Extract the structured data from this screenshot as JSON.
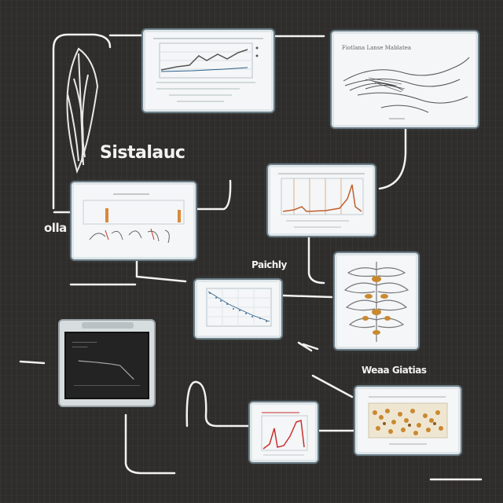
{
  "labels": {
    "title": "Sistalauc",
    "left_label": "olla",
    "mid_label": "Paichly",
    "bottom_right_label": "Weaa Giatias"
  },
  "card_top_right": {
    "heading": "Fiotlana Lanse Mablatea"
  },
  "colors": {
    "background": "#2f2d2b",
    "wire": "#f2f2f2",
    "card": "#f4f6f7",
    "card_border": "#dfe6ea",
    "accent_orange": "#d98a3a",
    "accent_red": "#c9302c"
  }
}
